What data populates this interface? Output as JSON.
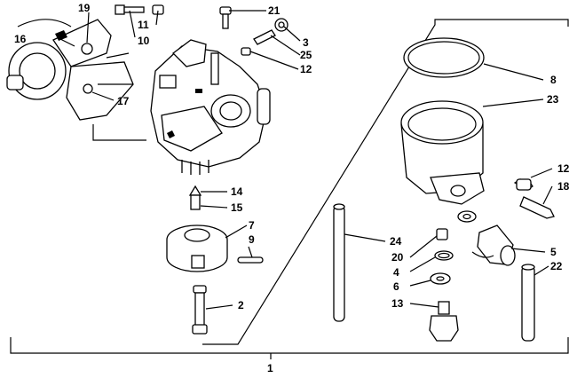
{
  "diagram": {
    "callouts": [
      "1",
      "2",
      "3",
      "4",
      "5",
      "6",
      "7",
      "8",
      "9",
      "10",
      "11",
      "12",
      "12",
      "13",
      "14",
      "15",
      "16",
      "17",
      "18",
      "19",
      "20",
      "21",
      "22",
      "23",
      "24",
      "25"
    ]
  },
  "parts": {
    "p1": "1",
    "p2": "2",
    "p3": "3",
    "p4": "4",
    "p5": "5",
    "p6": "6",
    "p7": "7",
    "p8": "8",
    "p9": "9",
    "p10": "10",
    "p11": "11",
    "p12a": "12",
    "p12b": "12",
    "p13": "13",
    "p14": "14",
    "p15": "15",
    "p16": "16",
    "p17": "17",
    "p18": "18",
    "p19": "19",
    "p20": "20",
    "p21": "21",
    "p22": "22",
    "p23": "23",
    "p24": "24",
    "p25": "25"
  },
  "colors": {
    "ink": "#000000",
    "paper": "#ffffff"
  }
}
